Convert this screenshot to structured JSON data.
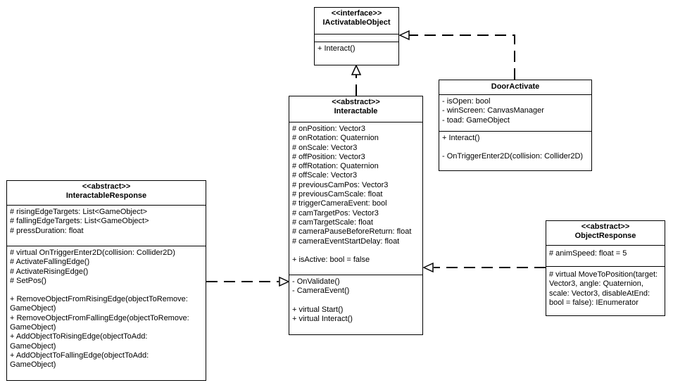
{
  "classes": {
    "iactivatable": {
      "stereotype": "<<interface>>",
      "name": "IActivatableObject",
      "methods": [
        "+ Interact()"
      ]
    },
    "interactable": {
      "stereotype": "<<abstract>>",
      "name": "Interactable",
      "attributes": [
        "# onPosition: Vector3",
        "# onRotation: Quaternion",
        "# onScale: Vector3",
        "# offPosition: Vector3",
        "# offRotation: Quaternion",
        "# offScale: Vector3",
        "# previousCamPos: Vector3",
        "# previousCamScale: float",
        "# triggerCameraEvent: bool",
        "# camTargetPos: Vector3",
        "# camTargetScale: float",
        "# cameraPauseBeforeReturn: float",
        "# cameraEventStartDelay: float",
        "",
        "+ isActive: bool = false"
      ],
      "methods": [
        "- OnValidate()",
        "- CameraEvent()",
        "",
        "+ virtual Start()",
        "+ virtual Interact()"
      ]
    },
    "door": {
      "name": "DoorActivate",
      "attributes": [
        "- isOpen: bool",
        "- winScreen: CanvasManager",
        "- toad: GameObject"
      ],
      "methods": [
        "+ Interact()",
        "",
        "- OnTriggerEnter2D(collision: Collider2D)"
      ]
    },
    "response": {
      "stereotype": "<<abstract>>",
      "name": "InteractableResponse",
      "attributes": [
        "# risingEdgeTargets: List<GameObject>",
        "# fallingEdgeTargets: List<GameObject>",
        "# pressDuration: float"
      ],
      "methods": [
        "# virtual OnTriggerEnter2D(collision: Collider2D)",
        "# ActivateFallingEdge()",
        "# ActivateRisingEdge()",
        "# SetPos()",
        "",
        "+ RemoveObjectFromRisingEdge(objectToRemove:",
        "GameObject)",
        "+ RemoveObjectFromFallingEdge(objectToRemove:",
        "GameObject)",
        "+ AddObjectToRisingEdge(objectToAdd:",
        "GameObject)",
        "+ AddObjectToFallingEdge(objectToAdd:",
        "GameObject)"
      ]
    },
    "objresponse": {
      "stereotype": "<<abstract>>",
      "name": "ObjectResponse",
      "attributes": [
        "# animSpeed: float = 5"
      ],
      "methods": [
        "# virtual MoveToPosition(target:",
        "Vector3, angle: Quaternion,",
        "scale: Vector3, disableAtEnd:",
        "bool = false): IEnumerator"
      ]
    }
  },
  "style": {
    "line_color": "#000000",
    "background": "#ffffff"
  }
}
